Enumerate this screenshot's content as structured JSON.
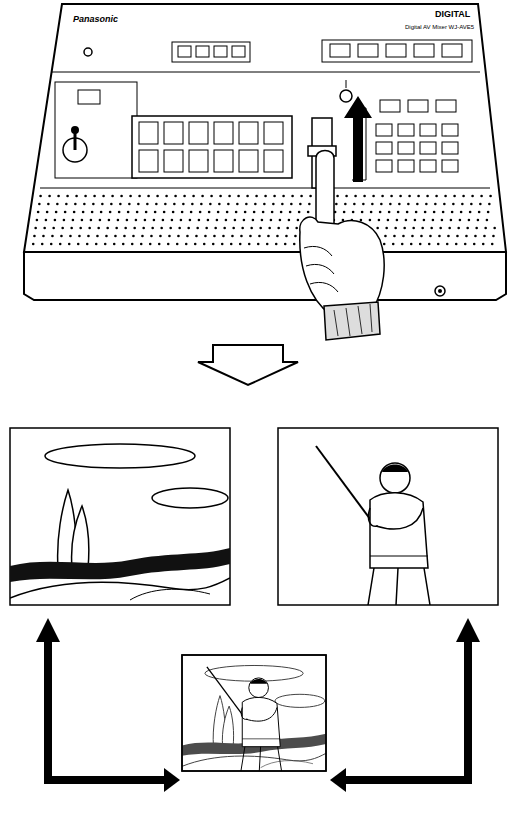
{
  "diagram": {
    "labels": [
      "Panasonic",
      "DIGITAL",
      "Digital AV Mixer WJ-AVE5"
    ]
  }
}
